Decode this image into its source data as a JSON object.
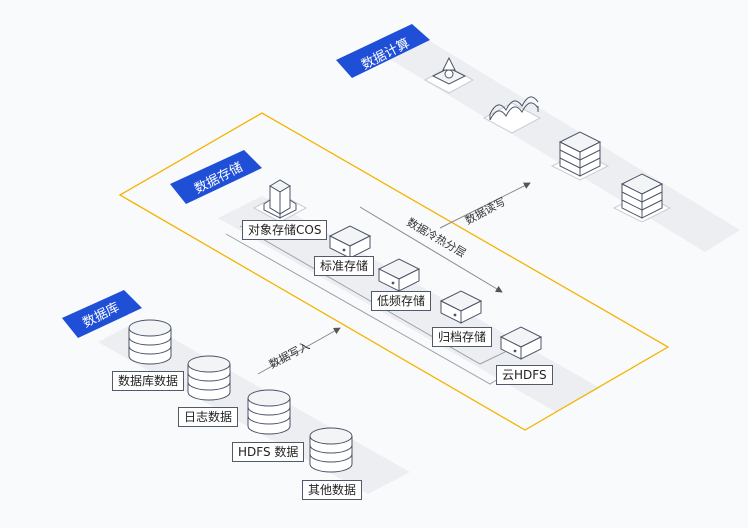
{
  "sections": {
    "compute": "数据计算",
    "storage": "数据存储",
    "database": "数据库"
  },
  "storage_items": {
    "cos": "对象存储COS",
    "standard": "标准存储",
    "low_freq": "低频存储",
    "archive": "归档存储",
    "hdfs": "云HDFS"
  },
  "db_items": {
    "db": "数据库数据",
    "log": "日志数据",
    "hdfs": "HDFS 数据",
    "other": "其他数据"
  },
  "flows": {
    "write_in": "数据写入",
    "read_write": "数据读写",
    "tiering": "数据冷热分层"
  },
  "colors": {
    "accent_blue": "#1f4fd6",
    "frame_orange": "#f5b400",
    "platform": "#e9ebee",
    "icon_stroke": "#4a5467"
  },
  "icons": {
    "compute": [
      "compute-node-icon",
      "container-icon",
      "server-icon",
      "server-icon"
    ],
    "storage": [
      "object-storage-icon",
      "storage-box-icon"
    ],
    "database": [
      "database-cylinder-icon"
    ]
  }
}
